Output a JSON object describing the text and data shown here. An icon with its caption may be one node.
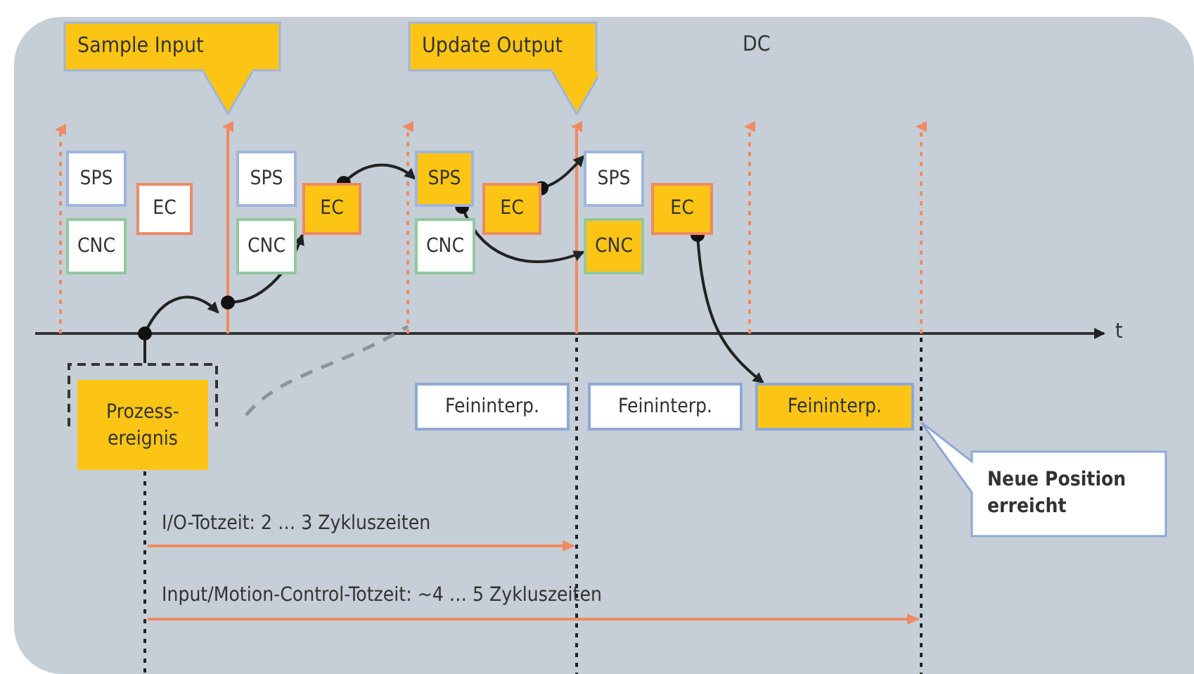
{
  "diagram": {
    "nodes": [
      {
        "text": [
          "Sample Input"
        ]
      },
      {
        "text": [
          "Update Output"
        ]
      },
      {
        "text": [
          "SPS"
        ]
      },
      {
        "text": [
          "EC"
        ]
      },
      {
        "text": [
          "CNC"
        ]
      },
      {
        "text": [
          "SPS"
        ]
      },
      {
        "text": [
          "EC"
        ]
      },
      {
        "text": [
          "CNC"
        ]
      },
      {
        "text": [
          "SPS"
        ]
      },
      {
        "text": [
          "EC"
        ]
      },
      {
        "text": [
          "CNC"
        ]
      },
      {
        "text": [
          "SPS"
        ]
      },
      {
        "text": [
          "EC"
        ]
      },
      {
        "text": [
          "CNC"
        ]
      },
      {
        "text": [
          "Prozess-ereignis"
        ]
      },
      {
        "text": [
          "Feininterp."
        ]
      },
      {
        "text": [
          "Feininterp."
        ]
      },
      {
        "text": [
          "Feininterp."
        ]
      },
      {
        "text": [
          "Neue Position erreicht"
        ]
      }
    ],
    "edges": [
      {
        "from": 14,
        "to": null,
        "arrow": "to"
      },
      {
        "from": null,
        "to": 6,
        "arrow": "to"
      },
      {
        "from": 6,
        "to": 8,
        "arrow": "to"
      },
      {
        "from": 8,
        "to": 13,
        "arrow": "to"
      },
      {
        "from": 9,
        "to": 11,
        "arrow": "to"
      },
      {
        "from": 12,
        "to": 17,
        "arrow": "to"
      }
    ],
    "labels": [
      "DC",
      "t",
      "I/O-Totzeit: 2 … 3 Zykluszeiten",
      "Input/Motion-Control-Totzeit: ~4 … 5 Zykluszeiten"
    ]
  }
}
